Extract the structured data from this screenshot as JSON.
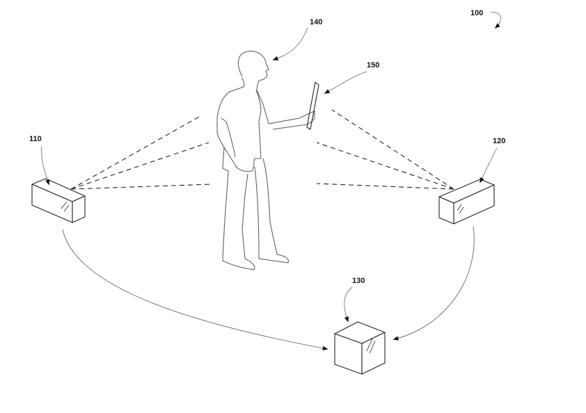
{
  "figure": {
    "labels": {
      "system": "100",
      "camera_left": "110",
      "camera_right": "120",
      "processor": "130",
      "user": "140",
      "controller": "150"
    },
    "line_color": "#222222"
  }
}
